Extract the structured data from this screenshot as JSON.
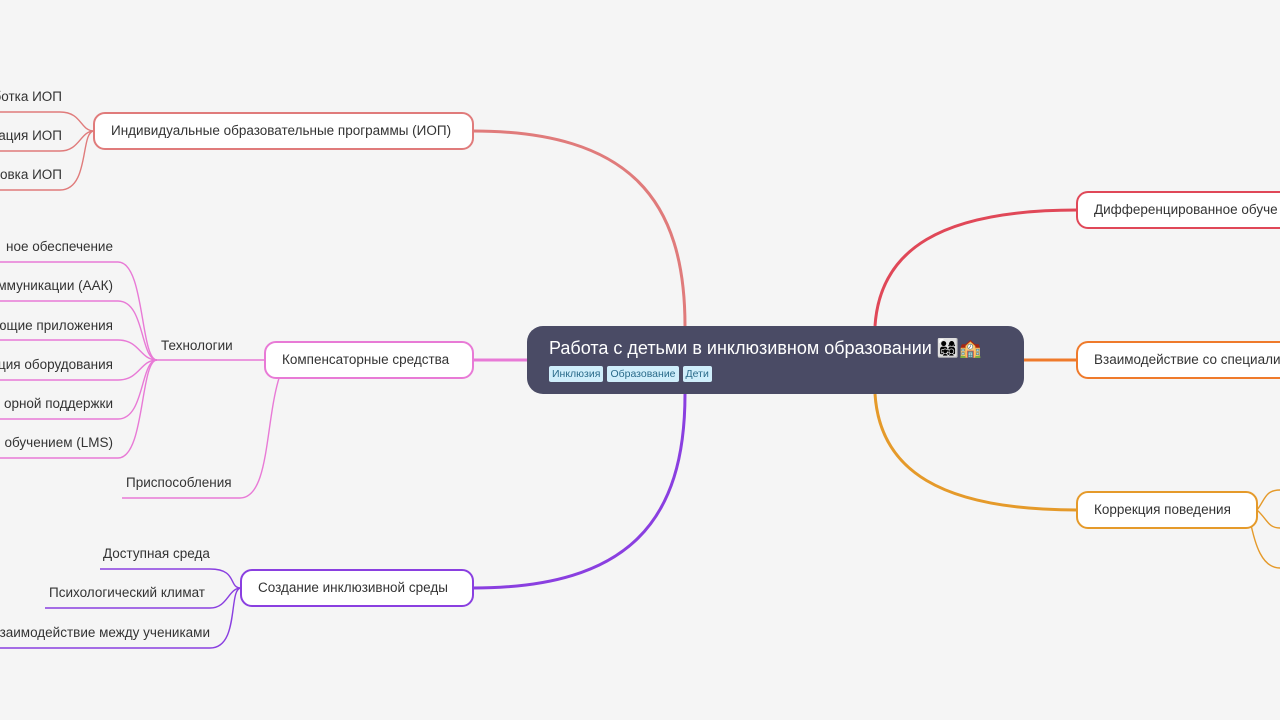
{
  "central": {
    "title": "Работа с детьми в инклюзивном образовании 👨‍👩‍👧‍👦🏫",
    "tags": [
      "Инклюзия",
      "Образование",
      "Дети"
    ]
  },
  "left": {
    "iop": {
      "label": "Индивидуальные образовательные программы (ИОП)",
      "color": "#e07b7b",
      "children": [
        "ботка ИОП",
        "ация ИОП",
        "ровка ИОП"
      ]
    },
    "comp": {
      "label": "Компенсаторные средства",
      "color": "#e87ad6",
      "tech_label": "Технологии",
      "tech_children": [
        "ное обеспечение",
        "ммуникации (ААК)",
        "ющие приложения",
        "ция оборудования",
        "орной поддержки",
        "я обучением (LMS)"
      ],
      "adapt_label": "Приспособления"
    },
    "env": {
      "label": "Создание инклюзивной среды",
      "color": "#8a3fe0",
      "children": [
        "Доступная среда",
        "Психологический климат",
        "заимодействие между учениками"
      ]
    }
  },
  "right": {
    "diff": {
      "label": "Дифференцированное обуче",
      "color": "#e04858"
    },
    "spec": {
      "label": "Взаимодействие со специали",
      "color": "#ef7a2b"
    },
    "behav": {
      "label": "Коррекция поведения",
      "color": "#e59a2a"
    }
  }
}
